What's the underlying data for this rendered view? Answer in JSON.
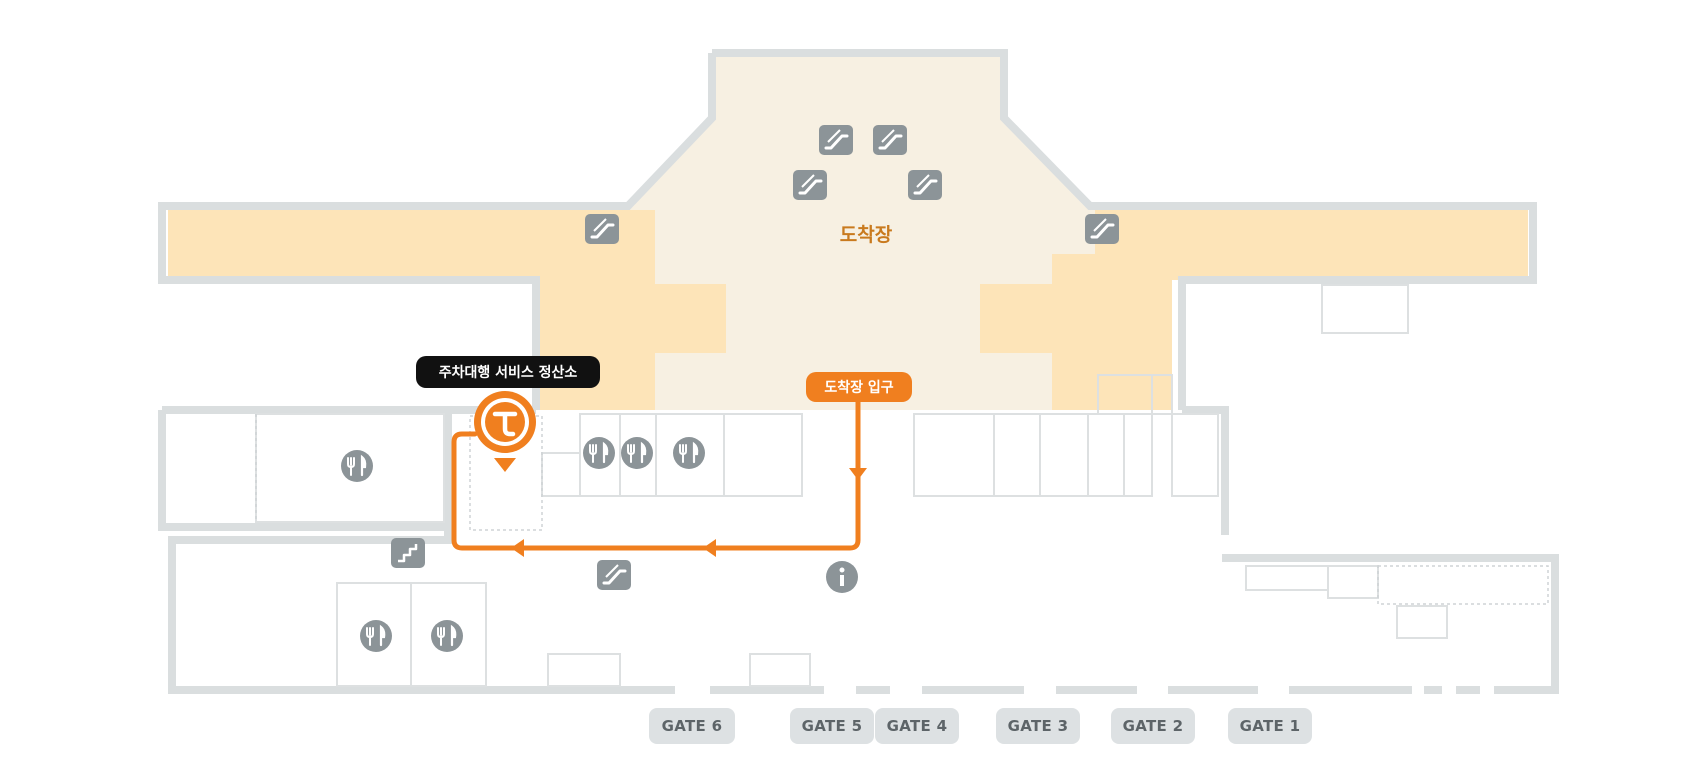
{
  "map": {
    "area_label": "도착장",
    "entrance_label": "도착장 입구",
    "service_label": "주차대행 서비스 정산소",
    "route_color": "#f07f1f",
    "wall_color": "#dadedf",
    "arrival_area_color": "#f7f0e2",
    "wing_color": "#fde4b8"
  },
  "gates": [
    "GATE 6",
    "GATE 5",
    "GATE 4",
    "GATE 3",
    "GATE 2",
    "GATE 1"
  ],
  "icons": {
    "restaurant": "fork-knife-icon",
    "escalator": "escalator-icon",
    "stairs": "stairs-icon",
    "info": "info-icon",
    "service_marker": "valet-pin-icon"
  }
}
